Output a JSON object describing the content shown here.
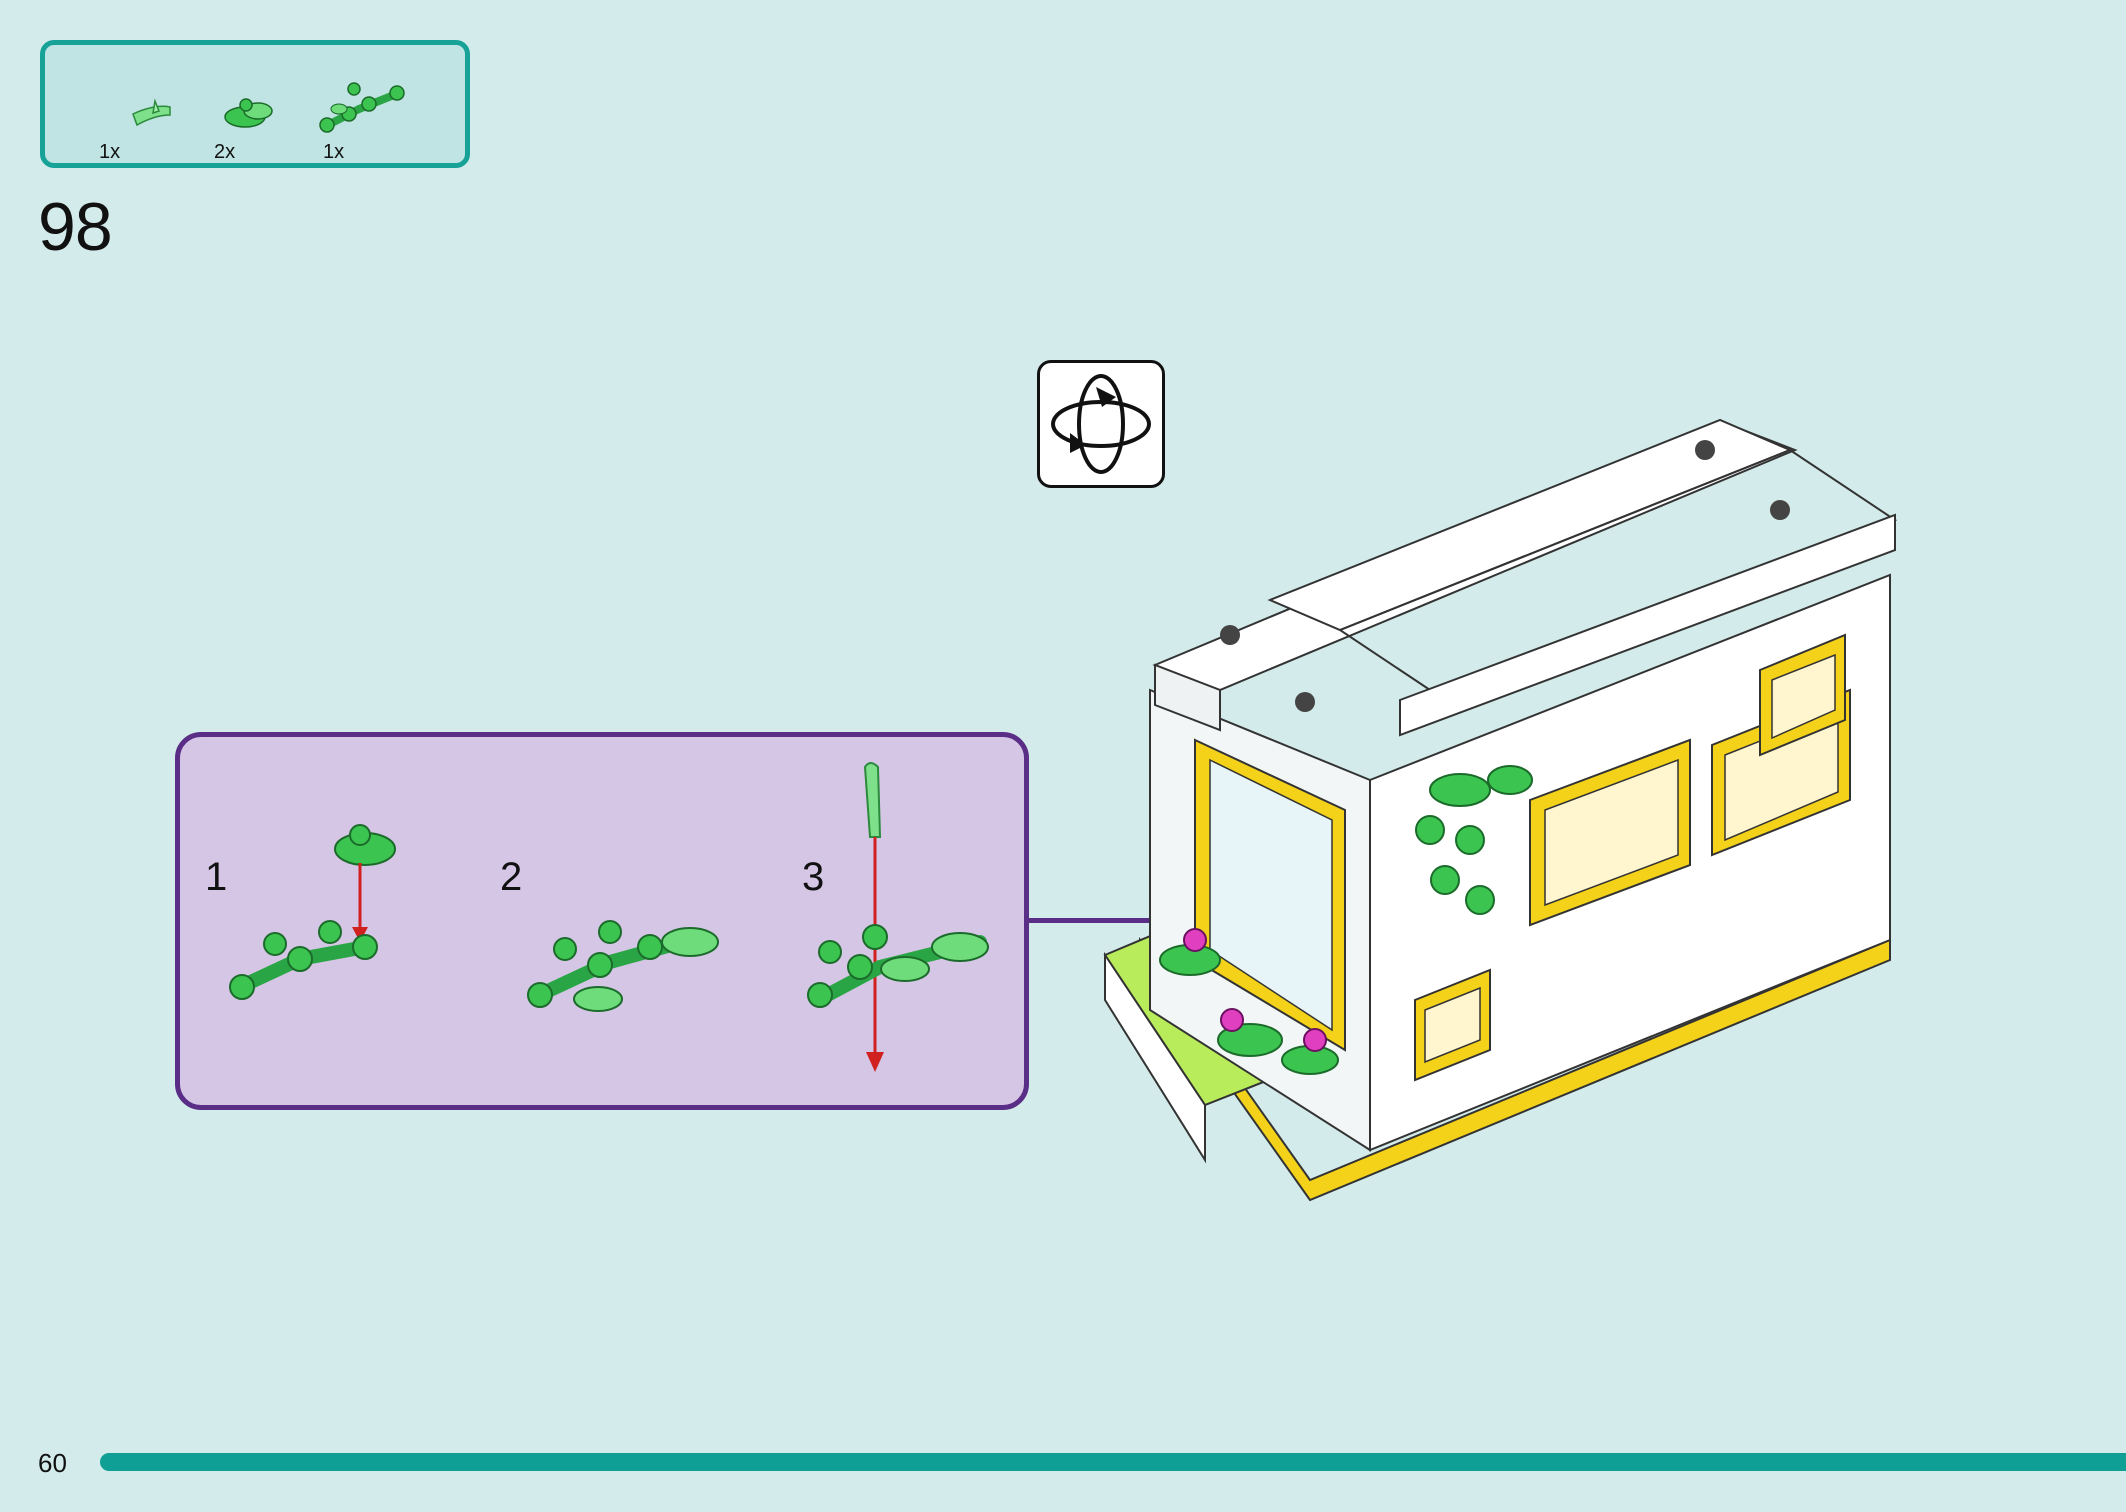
{
  "parts": [
    {
      "qty": "1x",
      "icon": "plant-stem-icon"
    },
    {
      "qty": "2x",
      "icon": "leaf-piece-icon"
    },
    {
      "qty": "1x",
      "icon": "branch-piece-icon"
    }
  ],
  "step_number": "98",
  "substeps": [
    {
      "num": "1"
    },
    {
      "num": "2"
    },
    {
      "num": "3"
    }
  ],
  "page_number": "60",
  "colors": {
    "background": "#d3ebea",
    "parts_border": "#17a297",
    "callout_border": "#5a2d86",
    "callout_fill": "#d6c6e6",
    "plant_green": "#3cc450",
    "brick_yellow": "#f5d21a",
    "progress": "#109f94"
  }
}
